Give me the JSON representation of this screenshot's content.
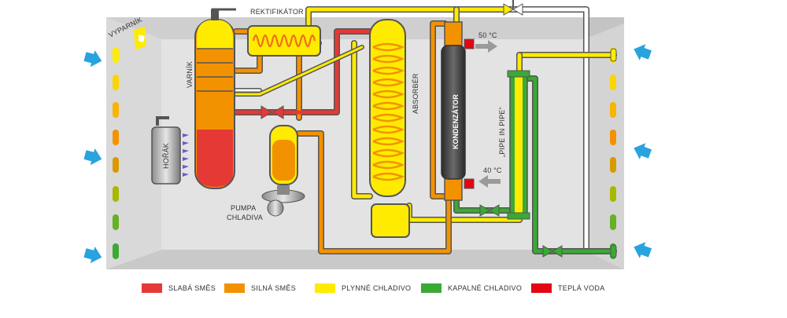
{
  "labels": {
    "evaporator": "VYPARNÍK",
    "rectifier": "REKTIFIKÁTOR",
    "generator": "VARNÍK",
    "burner": "HOŘÁK",
    "pump": "PUMPA",
    "pump2": "CHLADIVA",
    "absorber": "ABSORBÉR",
    "condenser": "KONDENZÁTOR",
    "pipe_in_pipe": "„PIPE IN PIPE“",
    "temp_hot": "50 °C",
    "temp_cold": "40 °C"
  },
  "colors": {
    "weak": "#e53935",
    "strong": "#f39200",
    "gas": "#ffeb00",
    "liquid": "#3aa935",
    "hot_water": "#e30613",
    "arrow": "#29a3dd"
  },
  "legend": [
    {
      "label": "SLABÁ SMĚS",
      "color": "#e53935"
    },
    {
      "label": "SILNÁ SMĚS",
      "color": "#f39200"
    },
    {
      "label": "PLYNNÉ CHLADIVO",
      "color": "#ffeb00"
    },
    {
      "label": "KAPALNÉ CHLADIVO",
      "color": "#3aa935"
    },
    {
      "label": "TEPLÁ VODA",
      "color": "#e30613"
    }
  ]
}
